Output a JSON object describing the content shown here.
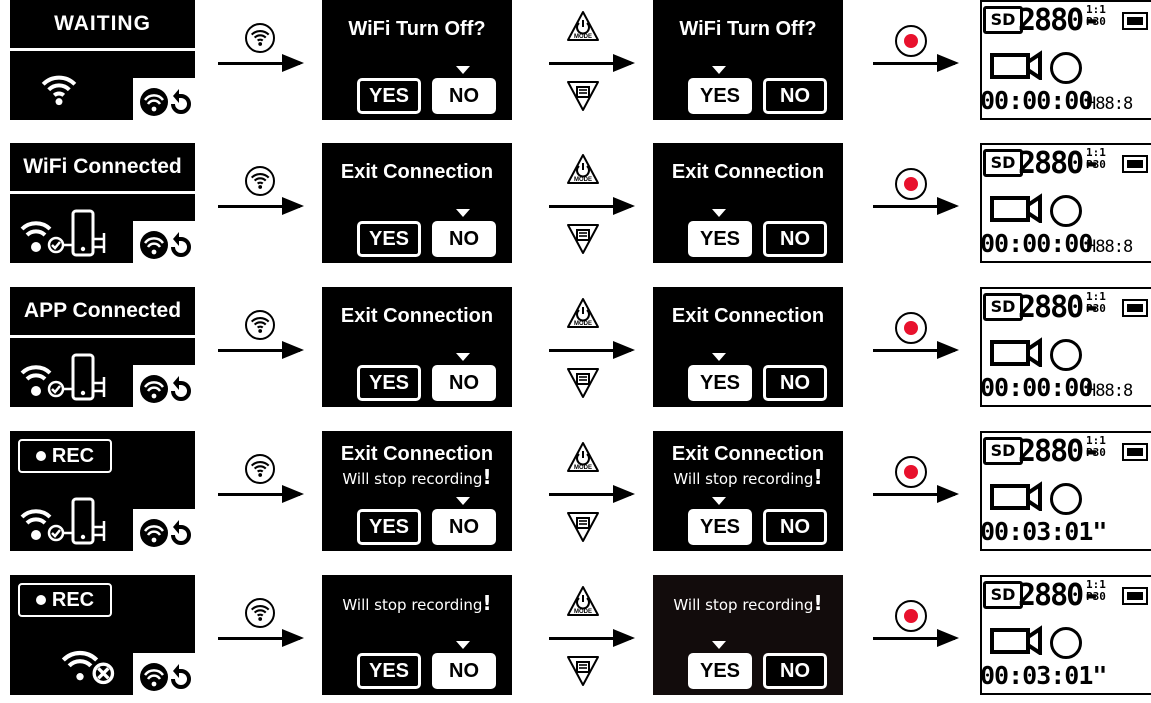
{
  "rows": [
    {
      "status_title": "WAITING",
      "dialog_title": "WiFi Turn Off?",
      "dialog_sub": "",
      "yes": "YES",
      "no": "NO",
      "lcd_time": "00:00:00",
      "lcd_extra": "H88:8"
    },
    {
      "status_title": "WiFi Connected",
      "dialog_title": "Exit Connection",
      "dialog_sub": "",
      "yes": "YES",
      "no": "NO",
      "lcd_time": "00:00:00",
      "lcd_extra": "H88:8"
    },
    {
      "status_title": "APP Connected",
      "dialog_title": "Exit Connection",
      "dialog_sub": "",
      "yes": "YES",
      "no": "NO",
      "lcd_time": "00:00:00",
      "lcd_extra": "H88:8"
    },
    {
      "status_rec": "REC",
      "dialog_title": "Exit Connection",
      "dialog_sub": "Will stop recording",
      "dialog_sub_mark": "!",
      "yes": "YES",
      "no": "NO",
      "lcd_time": "00:03:01\"",
      "lcd_extra": ""
    },
    {
      "status_rec": "REC",
      "dialog_title": "",
      "dialog_sub": "Will stop recording",
      "dialog_sub_mark": "!",
      "yes": "YES",
      "no": "NO",
      "lcd_time": "00:03:01\"",
      "lcd_extra": ""
    }
  ],
  "lcd": {
    "sd": "SD",
    "resolution": "2880-",
    "ratio_top": "1:1",
    "ratio_bottom": "P30"
  },
  "mode_label": "MODE",
  "icons": [
    "wifi-button-icon",
    "mode-power-button-icon",
    "menu-button-icon",
    "record-button-icon"
  ]
}
